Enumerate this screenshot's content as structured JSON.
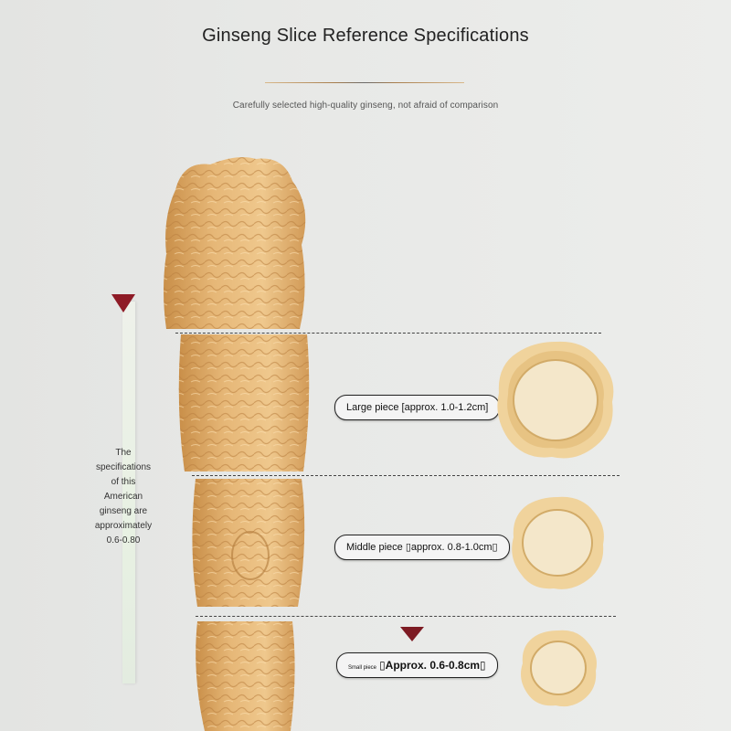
{
  "header": {
    "title": "Ginseng Slice Reference Specifications",
    "subtitle": "Carefully selected high-quality ginseng, not afraid of comparison"
  },
  "side_note": "The specifications of this American ginseng are approximately 0.6-0.80",
  "specs": [
    {
      "label": "Large piece [approx. 1.0-1.2cm]"
    },
    {
      "label": "Middle piece ▯approx. 0.8-1.0cm▯"
    },
    {
      "label_small": "Small piece",
      "label_main": "▯Approx. 0.6-0.8cm▯"
    }
  ],
  "colors": {
    "accent": "#8e1b26",
    "root": "#e4b476",
    "slice_core": "#f3e6c8"
  },
  "icons": [
    "scale-pointer-icon",
    "pointer-triangle-icon"
  ]
}
